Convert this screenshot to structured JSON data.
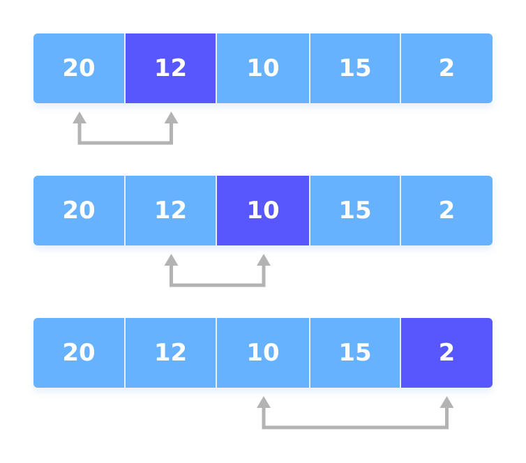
{
  "colors": {
    "cell": "#66b2ff",
    "highlight": "#5856fd",
    "arrow": "#b3b3b3",
    "text": "#ffffff"
  },
  "rows": [
    {
      "values": [
        "20",
        "12",
        "10",
        "15",
        "2"
      ],
      "highlight_index": 1,
      "compare": [
        0,
        1
      ]
    },
    {
      "values": [
        "20",
        "12",
        "10",
        "15",
        "2"
      ],
      "highlight_index": 2,
      "compare": [
        1,
        2
      ]
    },
    {
      "values": [
        "20",
        "12",
        "10",
        "15",
        "2"
      ],
      "highlight_index": 4,
      "compare": [
        2,
        4
      ]
    }
  ]
}
